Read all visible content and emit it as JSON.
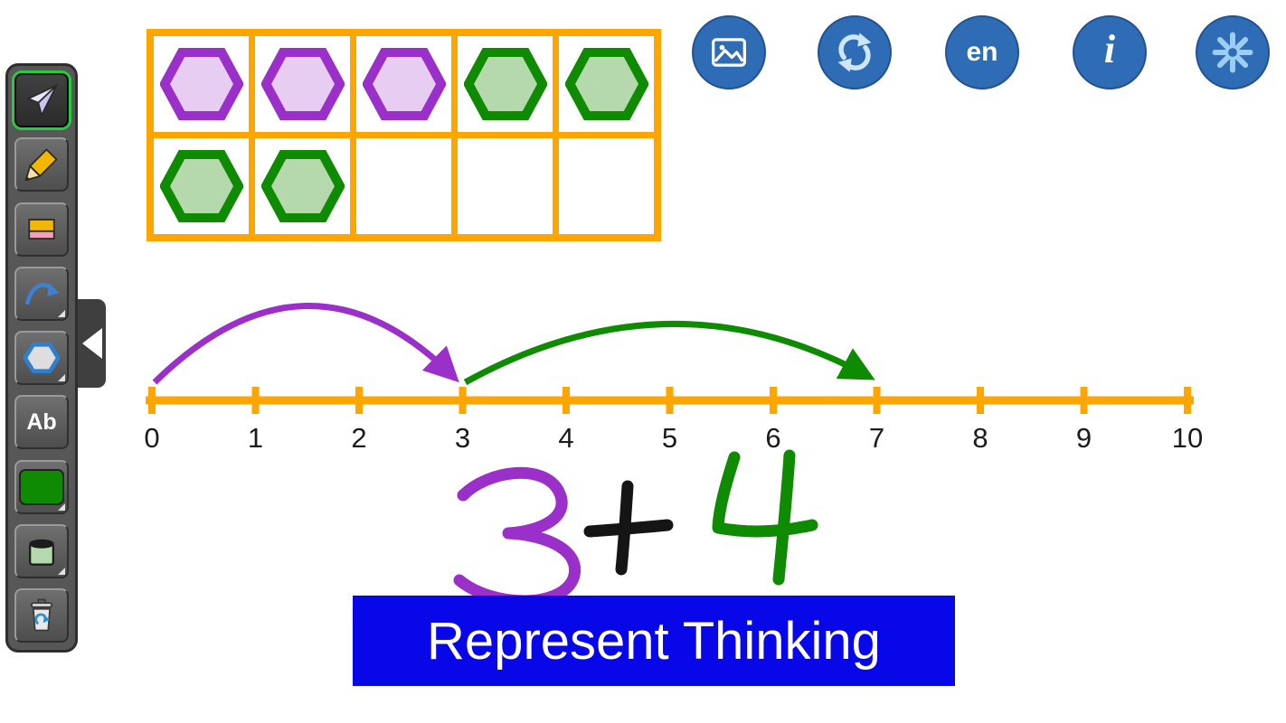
{
  "canvas": {
    "background": "#ffffff"
  },
  "sidebar": {
    "tools": [
      {
        "id": "pointer",
        "selected": true
      },
      {
        "id": "pencil",
        "selected": false
      },
      {
        "id": "eraser",
        "selected": false
      },
      {
        "id": "curve",
        "selected": false,
        "has_submenu": true
      },
      {
        "id": "shape",
        "selected": false,
        "has_submenu": true
      },
      {
        "id": "text",
        "label": "Ab",
        "selected": false
      },
      {
        "id": "stroke-color",
        "color": "#0e8b00",
        "selected": false,
        "has_submenu": true
      },
      {
        "id": "fill-color",
        "color": "#b6d8ad",
        "selected": false,
        "has_submenu": true
      },
      {
        "id": "trash",
        "selected": false
      }
    ]
  },
  "header_icons": [
    {
      "id": "image"
    },
    {
      "id": "refresh"
    },
    {
      "id": "language",
      "label": "en"
    },
    {
      "id": "info",
      "label": "i"
    },
    {
      "id": "snowflake"
    }
  ],
  "ten_frame": {
    "rows": 2,
    "cols": 5,
    "cells": [
      "purple",
      "purple",
      "purple",
      "green",
      "green",
      "green",
      "green",
      "",
      "",
      ""
    ],
    "colors": {
      "frame": "#FFA500",
      "purple_fill": "#e8cdf2",
      "purple_stroke": "#9b2fc9",
      "green_fill": "#b6d8ad",
      "green_stroke": "#0e8b00"
    }
  },
  "number_line": {
    "labels": [
      "0",
      "1",
      "2",
      "3",
      "4",
      "5",
      "6",
      "7",
      "8",
      "9",
      "10"
    ],
    "color": "#FFA500",
    "label_color": "#1b1b1b",
    "jumps": [
      {
        "from": 0,
        "to": 3,
        "color": "#9b2fc9"
      },
      {
        "from": 3,
        "to": 7,
        "color": "#0e8b00"
      }
    ]
  },
  "expression": {
    "terms": [
      {
        "text": "3",
        "color": "#9b2fc9"
      },
      {
        "text": "+",
        "color": "#151515"
      },
      {
        "text": "4",
        "color": "#0e8b00"
      }
    ]
  },
  "banner": {
    "label": "Represent Thinking",
    "bg": "#0707e8",
    "fg": "#ffffff"
  }
}
